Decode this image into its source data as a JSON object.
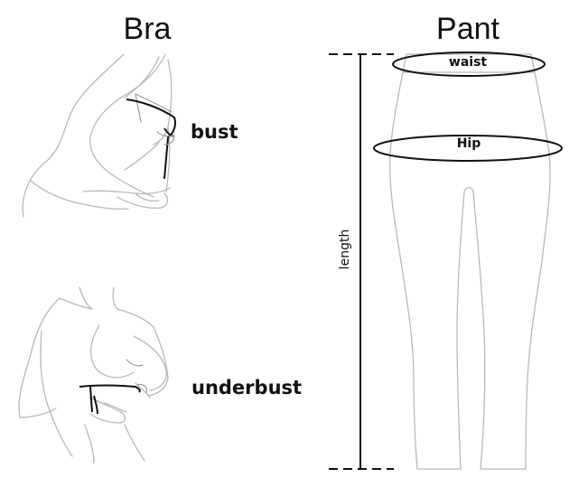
{
  "bra": {
    "title": "Bra",
    "bust_label": "bust",
    "underbust_label": "underbust"
  },
  "pant": {
    "title": "Pant",
    "waist_label": "waist",
    "hip_label": "Hip",
    "length_label": "length"
  },
  "colors": {
    "sketch_line": "#b8b8b8",
    "measure_line": "#111111",
    "background": "#ffffff"
  }
}
